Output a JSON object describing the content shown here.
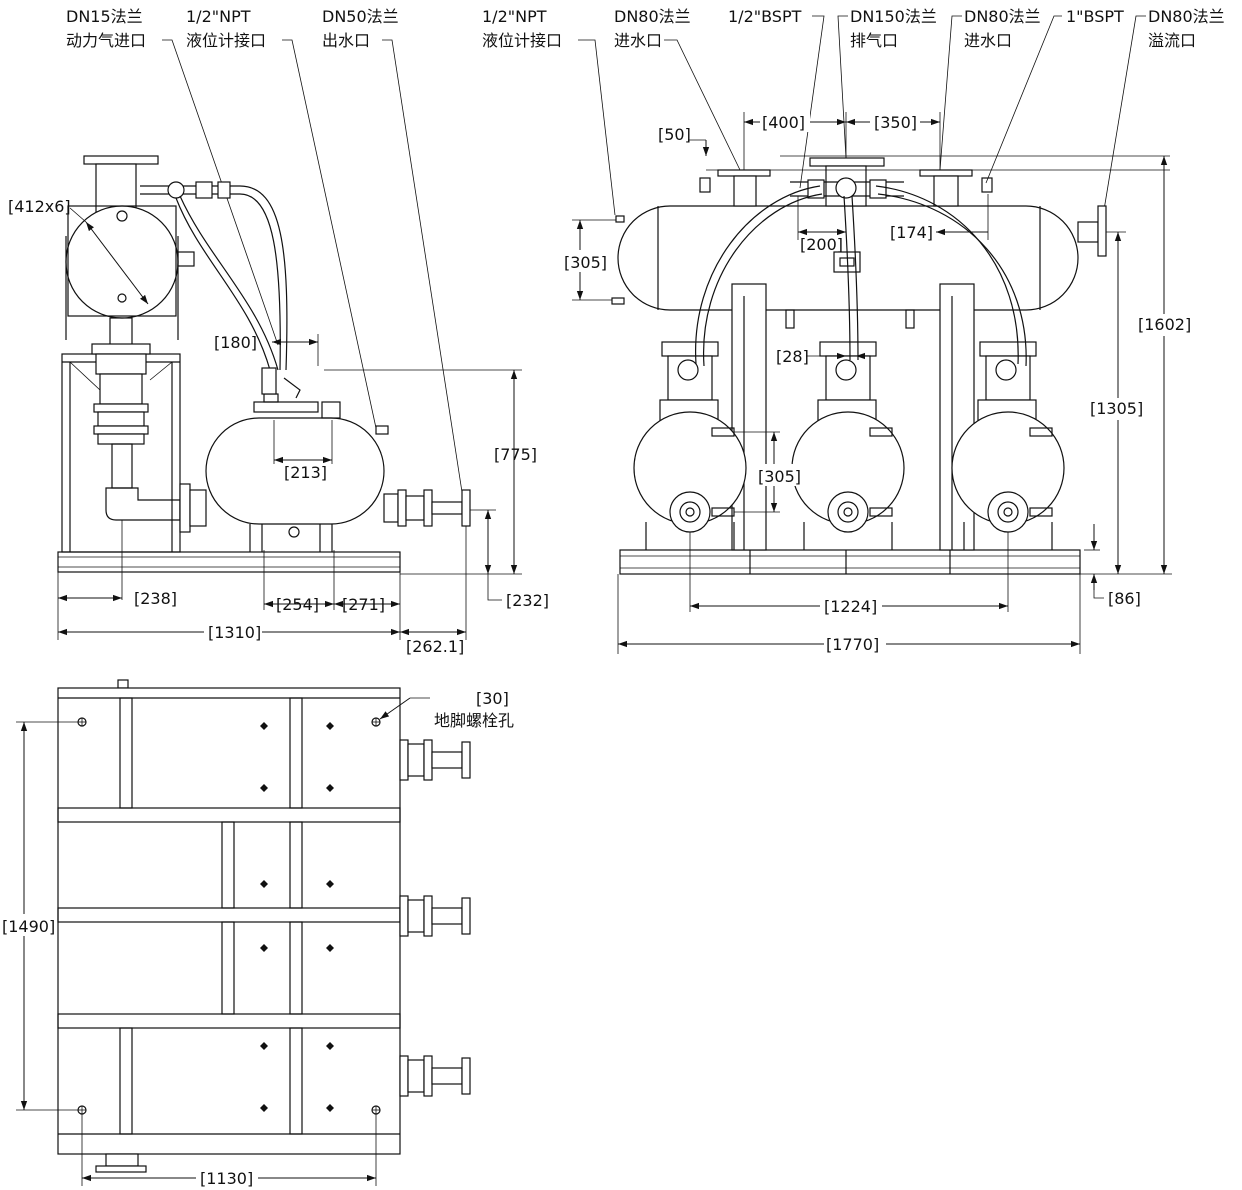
{
  "callouts_top_left": {
    "dn15": [
      "DN15法兰",
      "动力气进口"
    ],
    "npt_left": [
      "1/2\"NPT",
      "液位计接口"
    ],
    "dn50": [
      "DN50法兰",
      "出水口"
    ]
  },
  "callouts_top_right": {
    "npt_right": [
      "1/2\"NPT",
      "液位计接口"
    ],
    "dn80_in_a": [
      "DN80法兰",
      "进水口"
    ],
    "bspt_half": "1/2\"BSPT",
    "dn150": [
      "DN150法兰",
      "排气口"
    ],
    "dn80_in_b": [
      "DN80法兰",
      "进水口"
    ],
    "bspt_one": "1\"BSPT",
    "dn80_overflow": [
      "DN80法兰",
      "溢流口"
    ]
  },
  "side_view_dims": {
    "d412": "[412x6]",
    "d180": "[180]",
    "d213": "[213]",
    "d775": "[775]",
    "d238": "[238]",
    "d254": "[254]",
    "d271": "[271]",
    "d232": "[232]",
    "d1310": "[1310]",
    "d262": "[262.1]"
  },
  "front_view_dims": {
    "d50": "[50]",
    "d400": "[400]",
    "d350": "[350]",
    "d305a": "[305]",
    "d200": "[200]",
    "d174": "[174]",
    "d1602": "[1602]",
    "d28": "[28]",
    "d1305": "[1305]",
    "d305b": "[305]",
    "d1224": "[1224]",
    "d86": "[86]",
    "d1770": "[1770]"
  },
  "plan_view": {
    "d30": "[30]",
    "anchor_label": "地脚螺栓孔",
    "d1490": "[1490]",
    "d1130": "[1130]"
  }
}
